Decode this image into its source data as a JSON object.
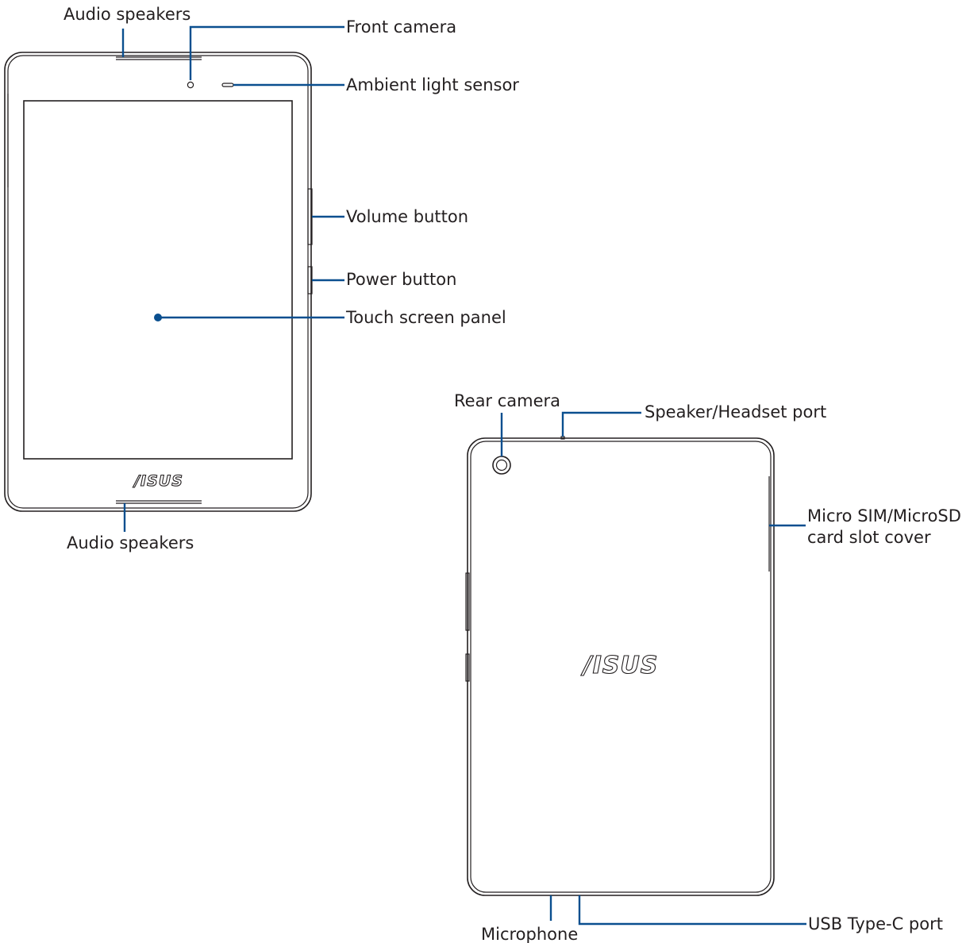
{
  "front_view": {
    "labels": {
      "audio_speakers_top": "Audio speakers",
      "front_camera": "Front camera",
      "ambient_light_sensor": "Ambient light sensor",
      "volume_button": "Volume button",
      "power_button": "Power button",
      "touch_screen_panel": "Touch screen panel",
      "audio_speakers_bottom": "Audio speakers"
    },
    "logo": "/ISUS"
  },
  "rear_view": {
    "labels": {
      "rear_camera": "Rear camera",
      "speaker_headset_port": "Speaker/Headset port",
      "card_slot_line1": "Micro SIM/MicroSD",
      "card_slot_line2": "card slot cover",
      "usb_type_c_port": "USB Type-C port",
      "microphone": "Microphone"
    },
    "logo": "/ISUS"
  },
  "colors": {
    "callout": "#0a4f8f",
    "outline": "#231f20"
  }
}
